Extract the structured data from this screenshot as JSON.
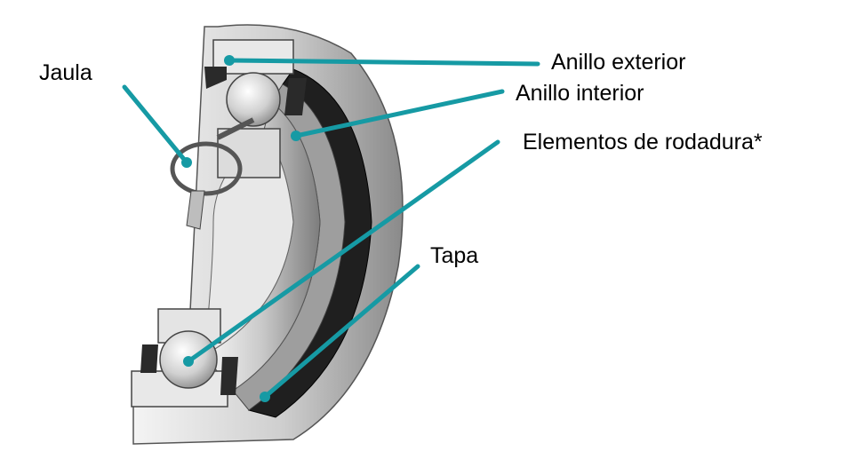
{
  "labels": {
    "cage": "Jaula",
    "outer_ring": "Anillo exterior",
    "inner_ring": "Anillo interior",
    "rolling_elements": "Elementos de rodadura*",
    "cover": "Tapa"
  },
  "colors": {
    "leader": "#169aa4",
    "seal": "#1f1f1f",
    "metal_light": "#eeeeee",
    "metal_mid": "#bdbdbd",
    "metal_dark": "#6f6f6f"
  }
}
